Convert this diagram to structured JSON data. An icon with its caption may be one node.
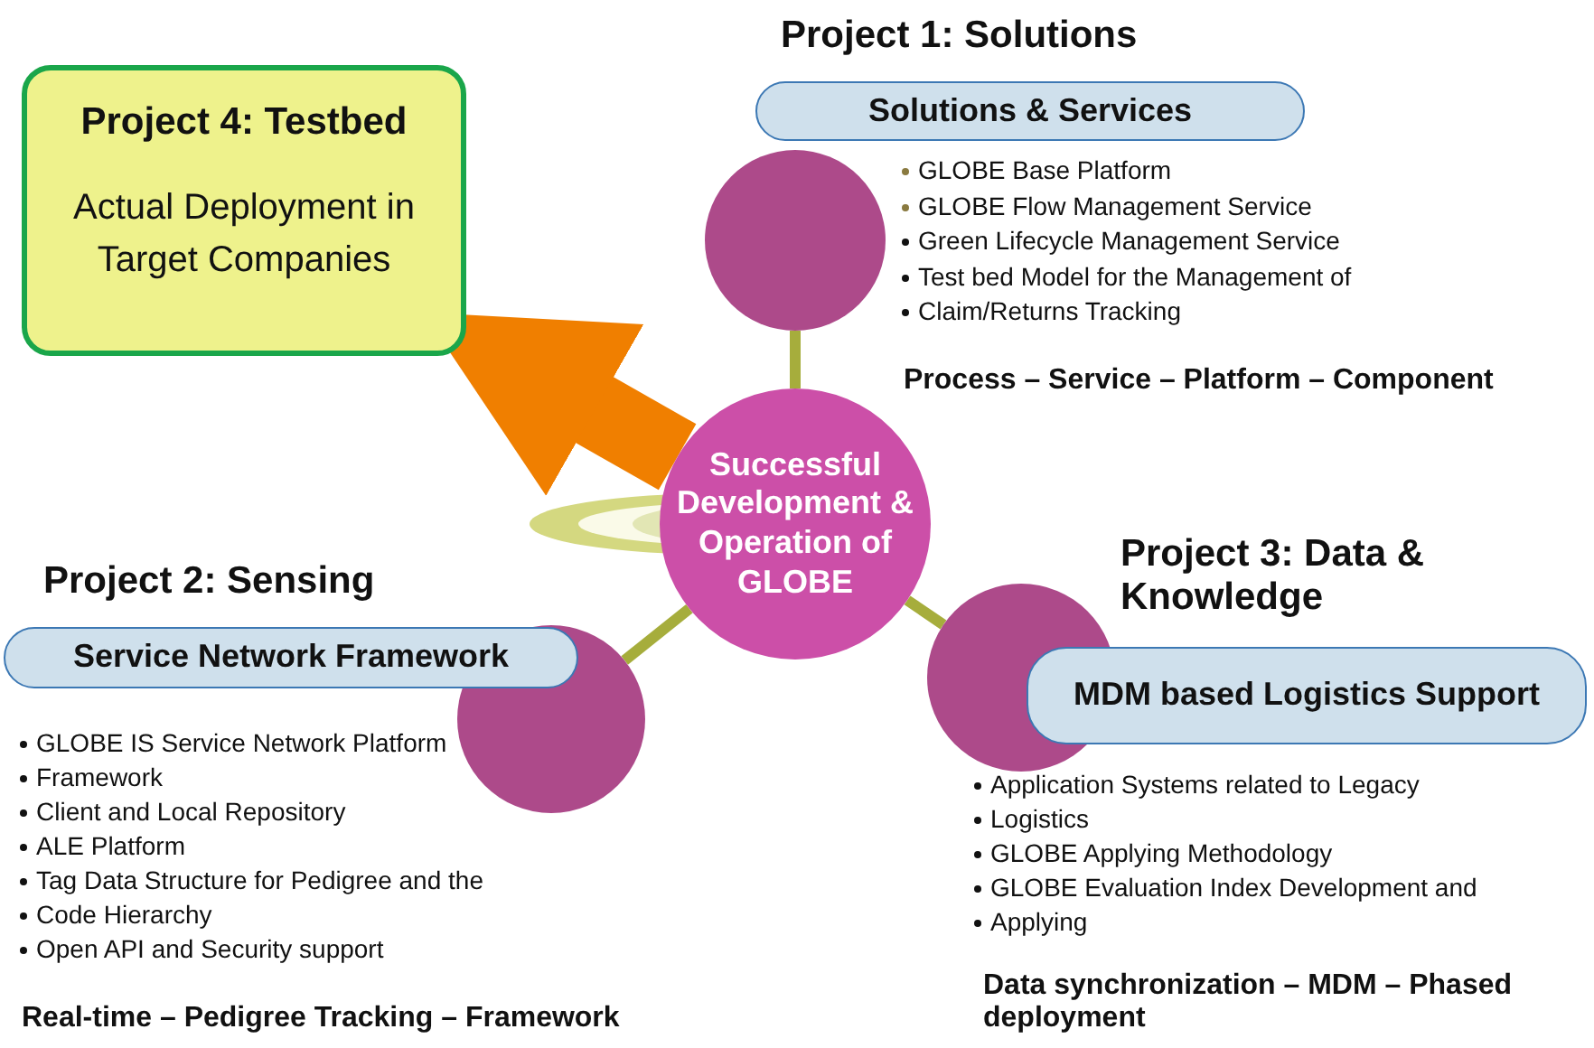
{
  "diagram": {
    "nodes": [
      {
        "text": [
          "Successful Development & Operation of GLOBE"
        ]
      },
      {
        "text": [
          "Project 4: Testbed",
          "Actual Deployment in Target Companies"
        ]
      },
      {
        "text": [],
        "shape": "circle"
      },
      {
        "text": [
          "Solutions & Services"
        ]
      },
      {
        "text": [],
        "shape": "circle"
      },
      {
        "text": [
          "Service Network Framework"
        ]
      },
      {
        "text": [],
        "shape": "circle"
      },
      {
        "text": [
          "MDM based Logistics Support"
        ]
      }
    ],
    "edges": [
      {
        "from": 0,
        "to": 1,
        "arrow": "to",
        "style": "thick",
        "color": "#f07f00"
      },
      {
        "from": 0,
        "to": 2,
        "arrow": "none"
      },
      {
        "from": 0,
        "to": 4,
        "arrow": "none"
      },
      {
        "from": 0,
        "to": 6,
        "arrow": "none"
      }
    ],
    "labels": [
      "Project 1: Solutions",
      "GLOBE Base Platform",
      "GLOBE Flow Management Service",
      "Green Lifecycle Management Service",
      "Test bed Model for the Management of",
      "Claim/Returns Tracking",
      "Process – Service – Platform – Component",
      "Project 2: Sensing",
      "Project 3: Data & Knowledge",
      "GLOBE IS Service Network Platform",
      "Framework",
      "Client and Local Repository",
      "ALE Platform",
      "Tag Data Structure for Pedigree and the",
      "Code Hierarchy",
      "Open API and Security support",
      "Application Systems related to Legacy",
      "Logistics",
      "GLOBE Applying Methodology",
      "GLOBE Evaluation Index Development and",
      "Applying",
      "Real-time – Pedigree Tracking – Framework",
      "Data synchronization – MDM – Phased deployment"
    ]
  }
}
